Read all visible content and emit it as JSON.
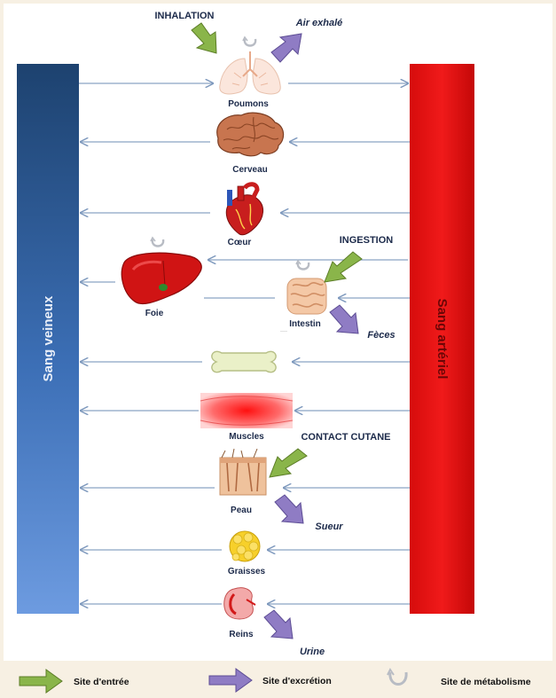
{
  "veins_label": "Sang veineux",
  "arteries_label": "Sang artériel",
  "routes": {
    "inhalation": "INHALATION",
    "ingestion": "INGESTION",
    "contact": "CONTACT CUTANE"
  },
  "excretions": {
    "air": "Air exhalé",
    "feces": "Fèces",
    "sweat": "Sueur",
    "urine": "Urine"
  },
  "organs": {
    "lungs": "Poumons",
    "brain": "Cerveau",
    "heart": "Cœur",
    "liver": "Foie",
    "intestine": "Intestin",
    "muscles": "Muscles",
    "skin": "Peau",
    "fat": "Graisses",
    "kidneys": "Reins"
  },
  "legend": {
    "entry": "Site d'entrée",
    "excretion": "Site d'excrétion",
    "metabolism": "Site de métabolisme"
  },
  "colors": {
    "vein_top": "#1a3e6e",
    "vein_bottom": "#5b8fd8",
    "artery": "#e41010",
    "entry_arrow": "#8ab54a",
    "excretion_arrow": "#8f7cc4",
    "flow_line": "#8aa4c4"
  }
}
